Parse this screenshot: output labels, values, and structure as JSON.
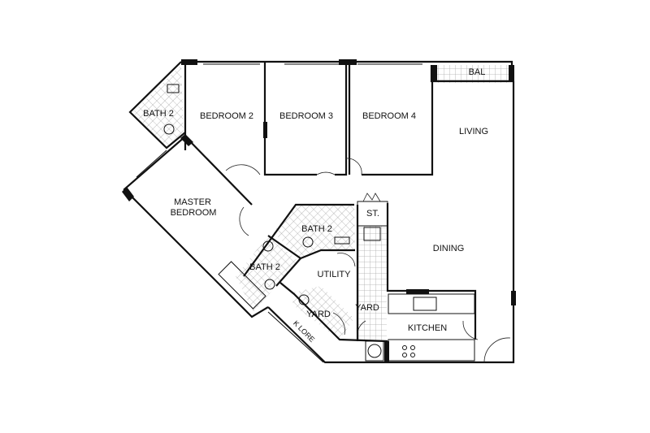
{
  "plan": {
    "rooms": {
      "bath_top": "BATH 2",
      "bedroom2": "BEDROOM 2",
      "bedroom3": "BEDROOM 3",
      "bedroom4": "BEDROOM 4",
      "living": "LIVING",
      "balcony": "BAL",
      "master_line1": "MASTER",
      "master_line2": "BEDROOM",
      "store": "ST.",
      "bath_center": "BATH 2",
      "dining": "DINING",
      "bath_master": "BATH 2",
      "utility": "UTILITY",
      "yard_left": "YARD",
      "yard_right": "YARD",
      "kitchen": "KITCHEN",
      "corridor": "K LORE"
    },
    "colors": {
      "wall": "#111111",
      "tile": "#bbbbbb",
      "background": "#ffffff"
    }
  }
}
